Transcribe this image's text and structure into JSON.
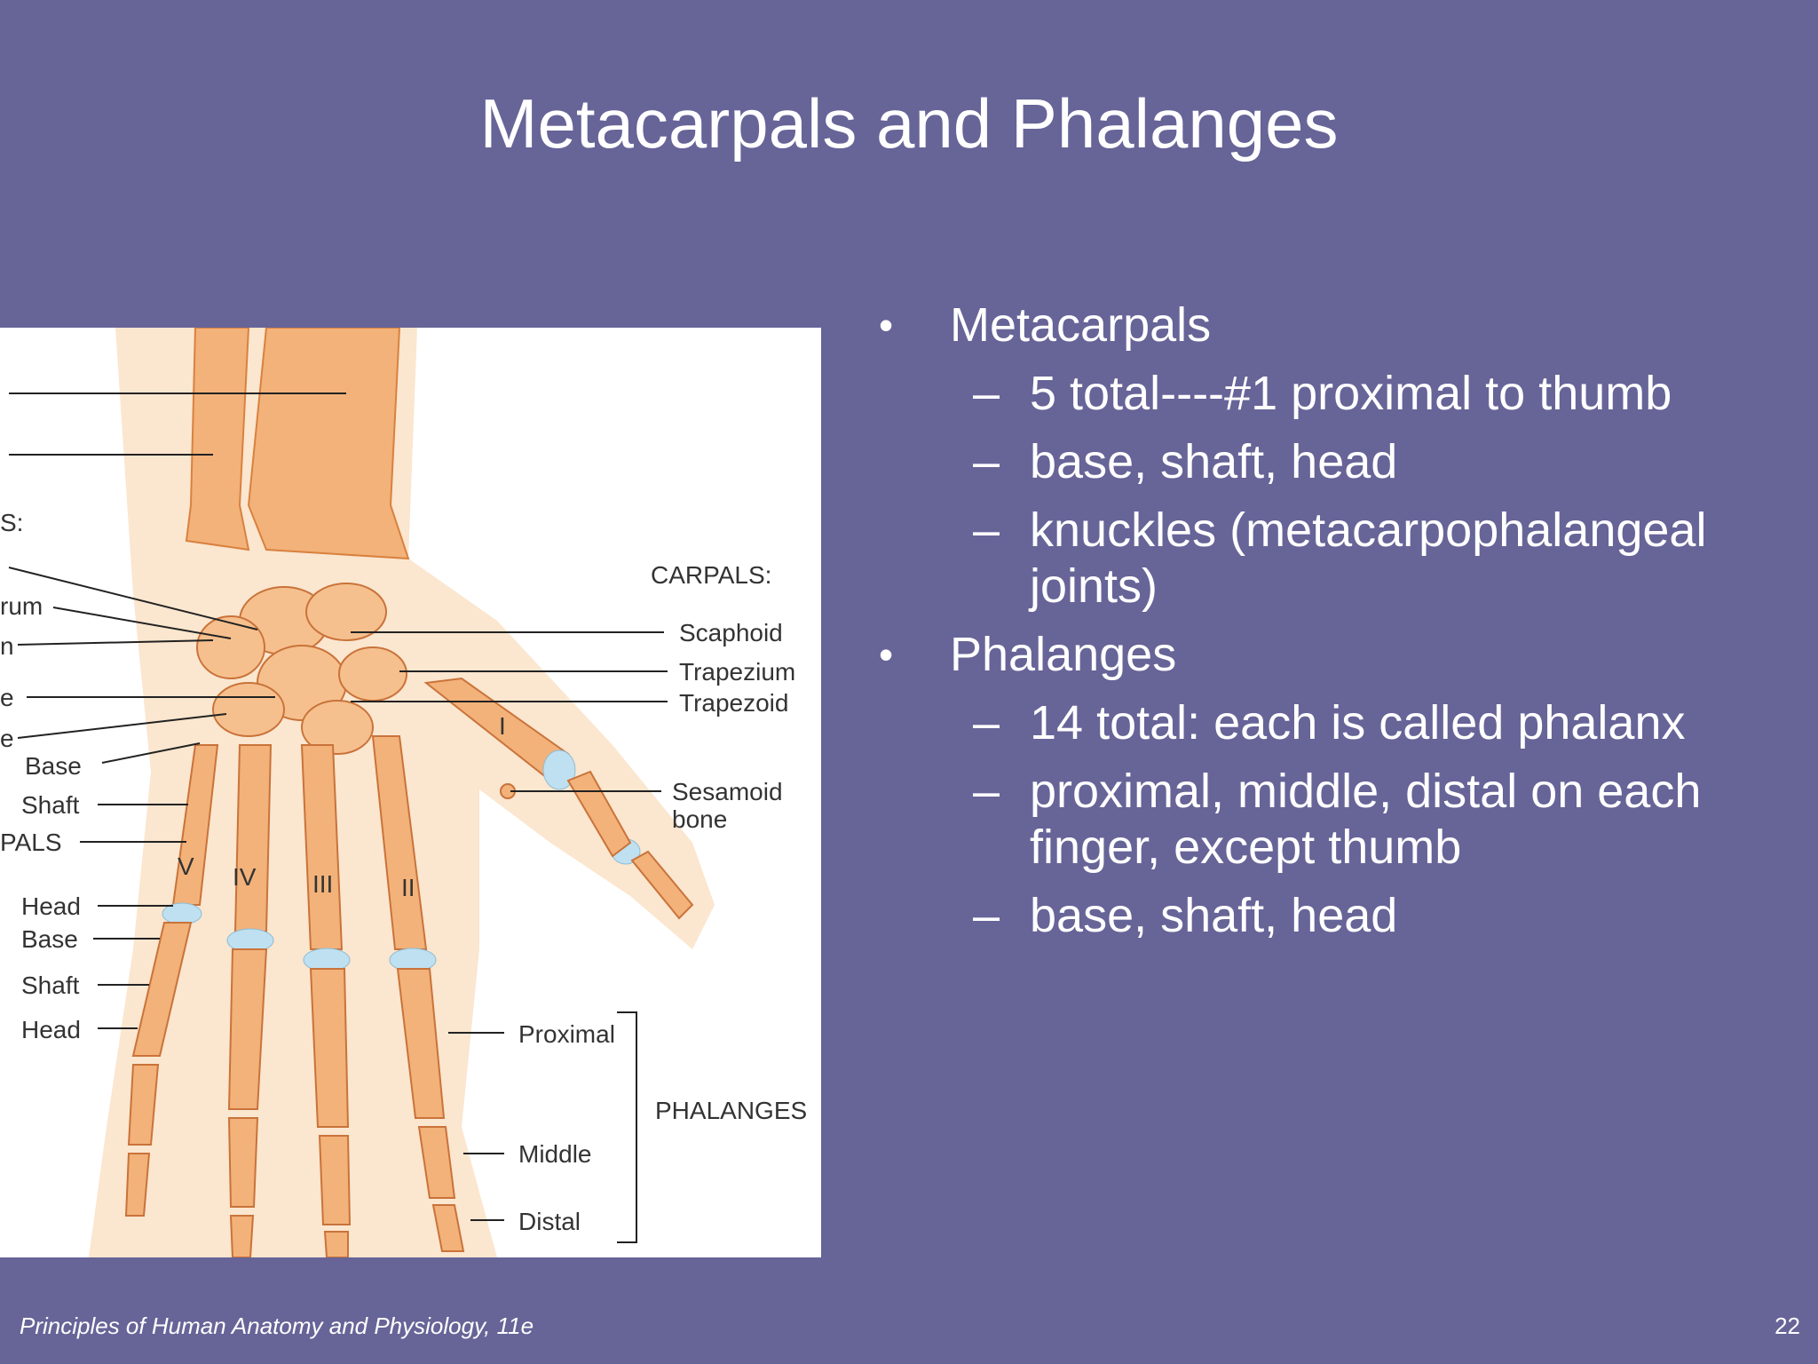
{
  "title": "Metacarpals and Phalanges",
  "bullets": [
    {
      "text": "Metacarpals",
      "subs": [
        "5 total----#1 proximal to thumb",
        "base, shaft, head",
        "knuckles (metacarpophalangeal joints)"
      ]
    },
    {
      "text": "Phalanges",
      "subs": [
        "14 total: each is called phalanx",
        "proximal, middle, distal on each finger, except thumb",
        "base, shaft, head"
      ]
    }
  ],
  "bullet_marker": "•",
  "sub_marker": "–",
  "footer": "Principles of Human Anatomy and Physiology, 11e",
  "page_number": "22",
  "figure": {
    "labels": {
      "carpals_header": "CARPALS:",
      "scaphoid": "Scaphoid",
      "trapezium": "Trapezium",
      "trapezoid": "Trapezoid",
      "sesamoid_1": "Sesamoid",
      "sesamoid_2": "bone",
      "thumb_num": "I",
      "finger_ii": "II",
      "finger_iii": "III",
      "finger_iv": "IV",
      "finger_v": "V",
      "left_s": "S:",
      "left_rum": "rum",
      "left_n": "n",
      "left_e1": "e",
      "left_e2": "e",
      "base_1": "Base",
      "shaft_1": "Shaft",
      "metacarpals": "PALS",
      "head_1": "Head",
      "base_2": "Base",
      "shaft_2": "Shaft",
      "head_2": "Head",
      "proximal": "Proximal",
      "phalanges": "PHALANGES",
      "middle": "Middle",
      "distal": "Distal"
    },
    "colors": {
      "bone": "#f2b27a",
      "bone_dark": "#d9813f",
      "cartilage": "#bfe0f0",
      "skin": "#fbe6cf"
    }
  }
}
